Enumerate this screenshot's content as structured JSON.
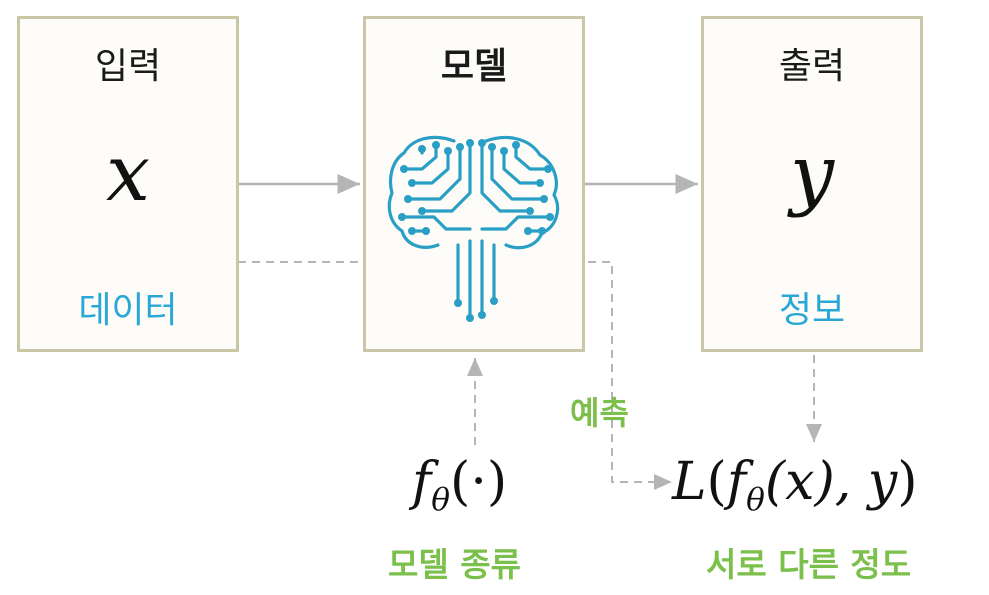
{
  "input_box": {
    "title": "입력",
    "variable": "x",
    "caption": "데이터"
  },
  "model_box": {
    "title": "모델",
    "icon": "brain-circuit-icon"
  },
  "output_box": {
    "title": "출력",
    "variable": "y",
    "caption": "정보"
  },
  "model_function": {
    "name": "f",
    "subscript": "θ",
    "argument": "(·)",
    "caption": "모델 종류"
  },
  "loss_function": {
    "name": "L",
    "open": "(",
    "inner_name": "f",
    "inner_subscript": "θ",
    "inner_arg": "(x)",
    "separator": ", y",
    "close": ")",
    "caption": "서로 다른 정도"
  },
  "prediction_label": "예측",
  "colors": {
    "box_border": "#c9c7a6",
    "caption_blue": "#2aa7d6",
    "label_green": "#7cc04c",
    "arrow_gray": "#b5b5b5"
  }
}
